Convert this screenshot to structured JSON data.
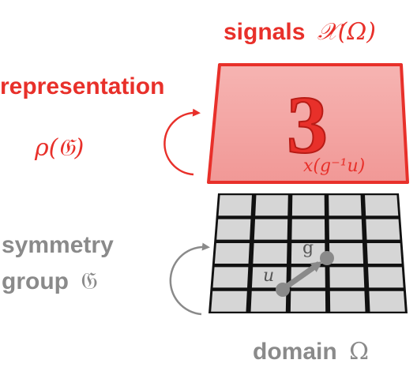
{
  "signals": {
    "word": "signals",
    "symbol": "𝒳(Ω)"
  },
  "representation": {
    "word": "representation",
    "symbol": "ρ(𝔊)"
  },
  "digit": "3",
  "transformed_signal": "x(g⁻¹u)",
  "symmetry": {
    "line1": "symmetry",
    "line2_word": "group",
    "line2_symbol": "𝔊"
  },
  "grid_labels": {
    "point_u": "u",
    "point_g": "g"
  },
  "domain": {
    "word": "domain",
    "symbol": "Ω"
  },
  "colors": {
    "red": "#e8302a",
    "red_fill": "#f3a5a3",
    "grey": "#888888",
    "grid_cell": "#d6d6d6",
    "grid_line": "#111111"
  }
}
